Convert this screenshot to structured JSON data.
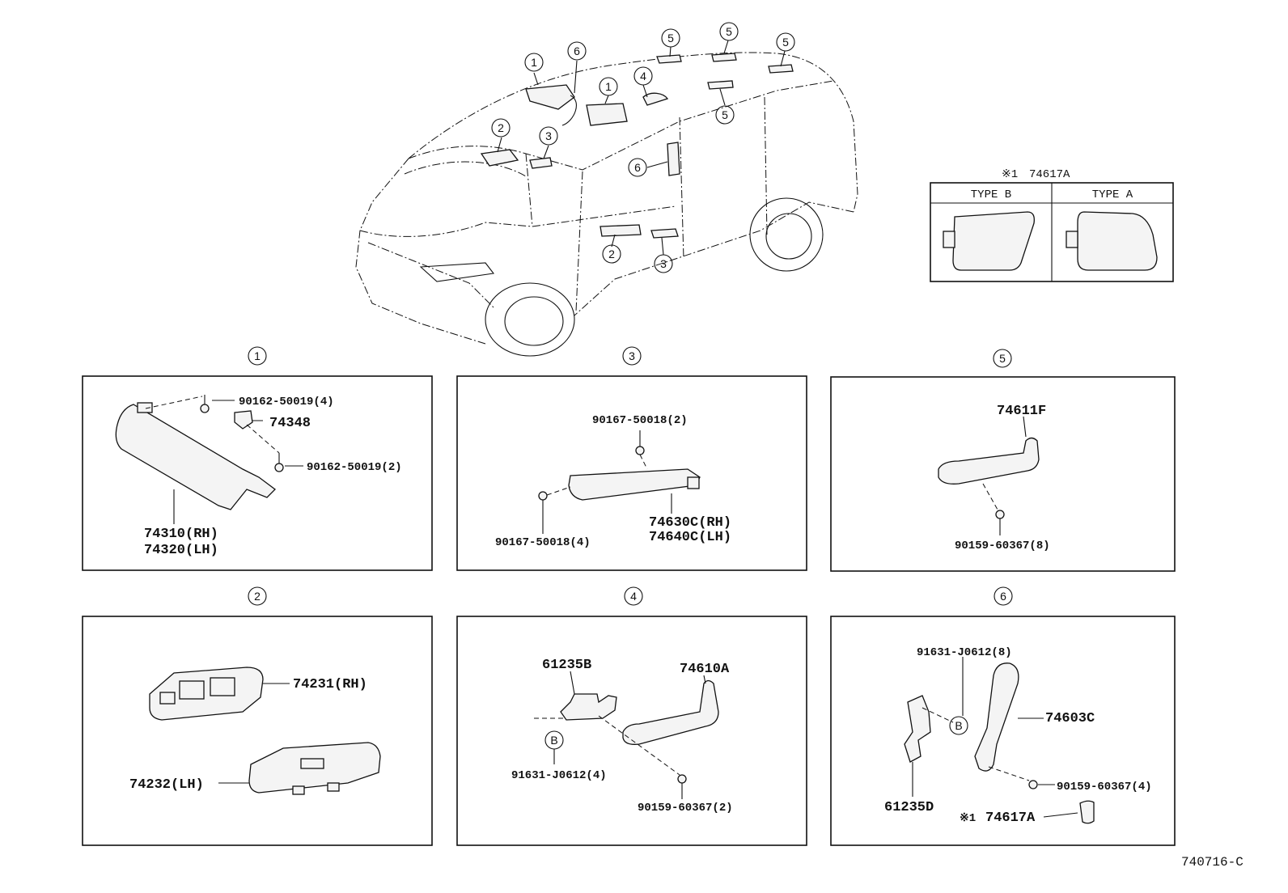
{
  "van_callouts": [
    "1",
    "6",
    "1",
    "2",
    "3",
    "4",
    "5",
    "5",
    "5",
    "5",
    "6",
    "2",
    "3"
  ],
  "variants": {
    "note_mark": "※1",
    "part": "74617A",
    "type_b": "TYPE B",
    "type_a": "TYPE A"
  },
  "groups": [
    {
      "id": "1",
      "labels": {
        "p1": "90162-50019(4)",
        "p2": "74348",
        "p3": "90162-50019(2)",
        "p4": "74310(RH)",
        "p5": "74320(LH)"
      }
    },
    {
      "id": "3",
      "labels": {
        "p1": "90167-50018(2)",
        "p2": "90167-50018(4)",
        "p3": "74630C(RH)",
        "p4": "74640C(LH)"
      }
    },
    {
      "id": "5",
      "labels": {
        "p1": "74611F",
        "p2": "90159-60367(8)"
      }
    },
    {
      "id": "2",
      "labels": {
        "p1": "74231(RH)",
        "p2": "74232(LH)"
      }
    },
    {
      "id": "4",
      "labels": {
        "p1": "61235B",
        "p2": "74610A",
        "p3": "B",
        "p4": "91631-J0612(4)",
        "p5": "90159-60367(2)"
      }
    },
    {
      "id": "6",
      "labels": {
        "p1": "91631-J0612(8)",
        "p2": "B",
        "p3": "74603C",
        "p4": "90159-60367(4)",
        "p5": "61235D",
        "p6": "※1",
        "p7": "74617A"
      }
    }
  ],
  "footer": {
    "code": "740716-C"
  }
}
